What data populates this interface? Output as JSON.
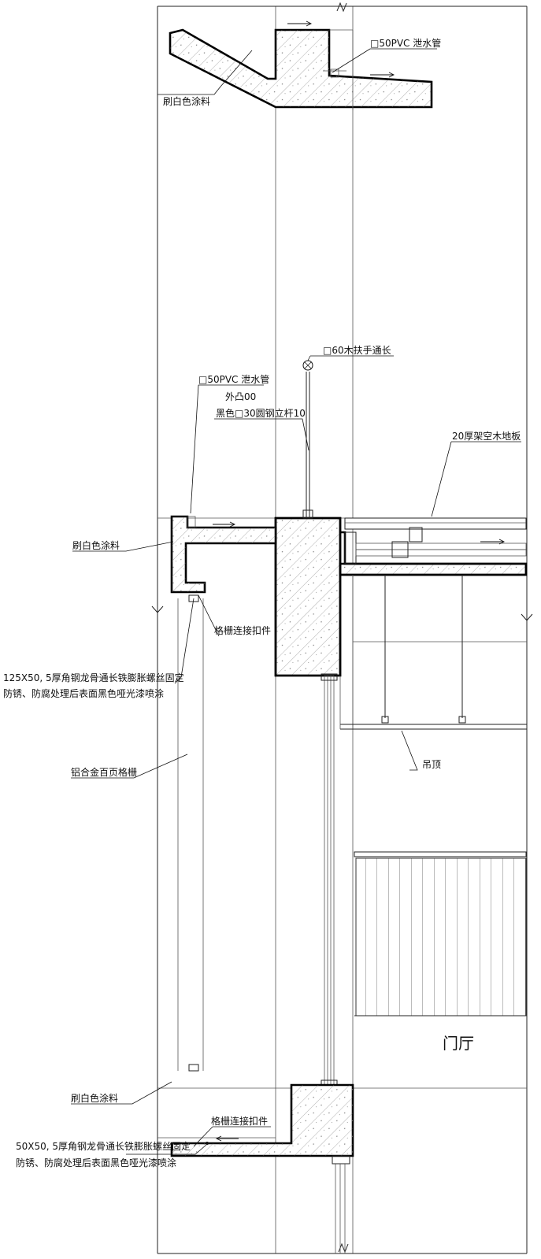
{
  "labels": {
    "pvc_top": "□50PVC 泄水管",
    "paint_top": "刷白色涂料",
    "handrail": "□60木扶手通长",
    "pvc_mid": "□50PVC 泄水管",
    "outer_100": "外凸00",
    "steel_post": "黑色□30圆钢立杆10",
    "wood_floor": "20厚架空木地板",
    "paint_mid": "刷白色涂料",
    "grille_conn_1": "格栅连接扣件",
    "angle_1_line1": "125X50, 5厚角钢龙骨通长铁膨胀螺丝固定",
    "angle_1_line2": "防锈、防腐处理后表面黑色哑光漆喷涂",
    "louver": "铝合金百页格栅",
    "ceiling": "吊顶",
    "lobby": "门厅",
    "grille_conn_2": "格栅连接扣件",
    "paint_bottom": "刷白色涂料",
    "angle_2_line1": "50X50, 5厚角钢龙骨通长铁膨胀螺丝固定",
    "angle_2_line2": "防锈、防腐处理后表面黑色哑光漆喷涂"
  },
  "colors": {
    "ink": "#000000",
    "hatch": "#7a7a7a",
    "background": "#ffffff"
  }
}
